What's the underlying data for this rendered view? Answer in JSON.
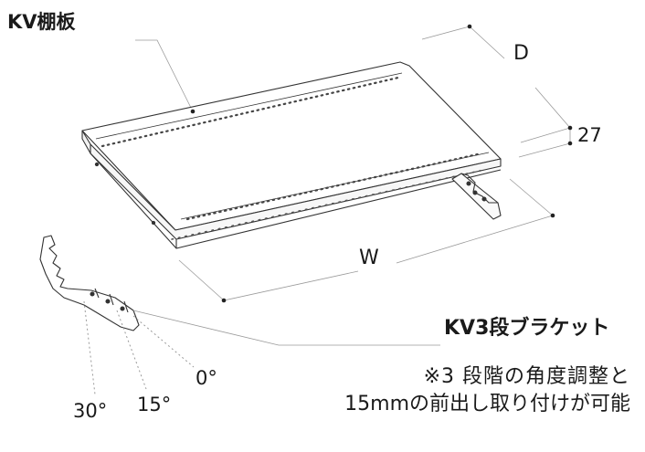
{
  "labels": {
    "shelf_title": "KV棚板",
    "bracket_title": "KV3段ブラケット",
    "note_line1": "※3 段階の角度調整と",
    "note_line2": "15mmの前出し取り付けが可能"
  },
  "dimensions": {
    "depth": "D",
    "height": "27",
    "width": "W"
  },
  "angles": {
    "a0": "0°",
    "a15": "15°",
    "a30": "30°"
  },
  "colors": {
    "line": "#333333",
    "leader": "#9a9a9a",
    "text": "#1a1a1a"
  }
}
